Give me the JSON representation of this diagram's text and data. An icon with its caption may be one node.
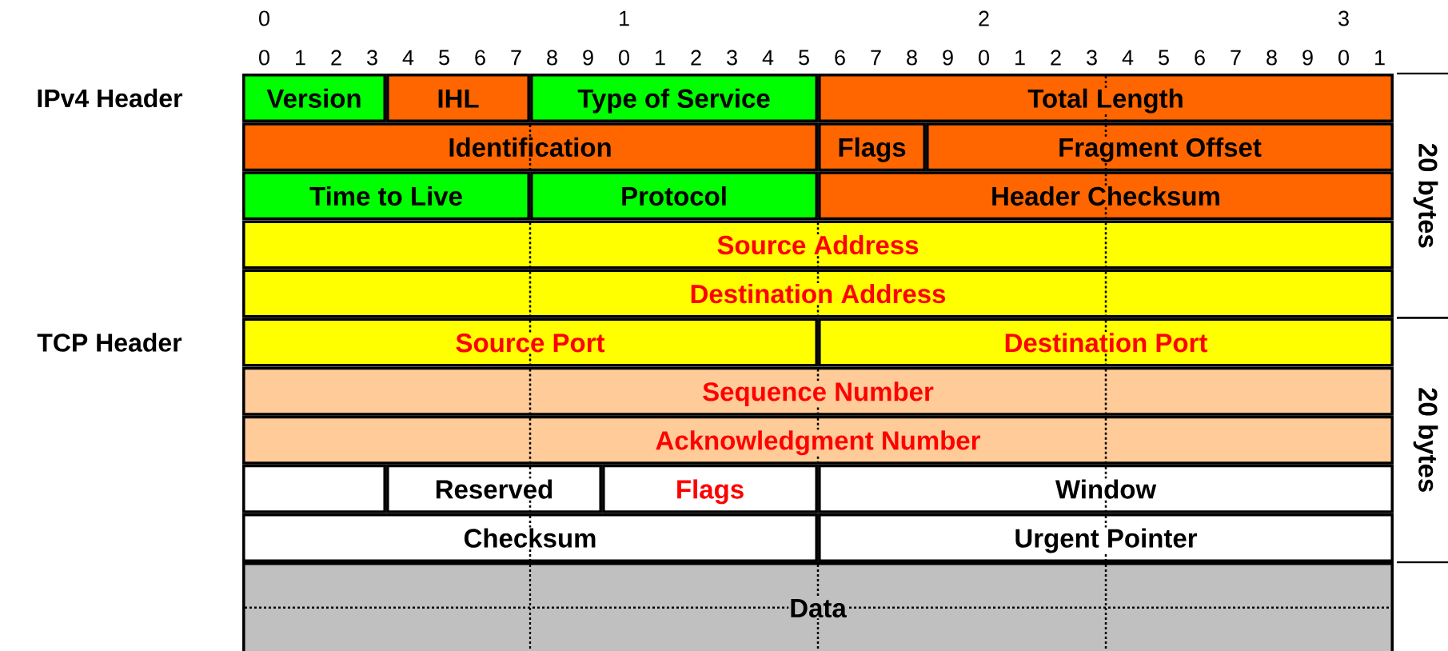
{
  "diagram": {
    "nodes": [
      {
        "text": [
          "Version"
        ]
      },
      {
        "text": [
          "IHL"
        ]
      },
      {
        "text": [
          "Type of Service"
        ]
      },
      {
        "text": [
          "Total Length"
        ]
      },
      {
        "text": [
          "Identification"
        ]
      },
      {
        "text": [
          "Flags"
        ]
      },
      {
        "text": [
          "Fragment Offset"
        ]
      },
      {
        "text": [
          "Time to Live"
        ]
      },
      {
        "text": [
          "Protocol"
        ]
      },
      {
        "text": [
          "Header Checksum"
        ]
      },
      {
        "text": [
          "Source Address"
        ]
      },
      {
        "text": [
          "Destination Address"
        ]
      },
      {
        "text": [
          "Source Port"
        ]
      },
      {
        "text": [
          "Destination Port"
        ]
      },
      {
        "text": [
          "Sequence Number"
        ]
      },
      {
        "text": [
          "Acknowledgment Number"
        ]
      },
      {
        "text": [],
        "shape": "box"
      },
      {
        "text": [
          "Reserved"
        ]
      },
      {
        "text": [
          "Flags"
        ]
      },
      {
        "text": [
          "Window"
        ]
      },
      {
        "text": [
          "Checksum"
        ]
      },
      {
        "text": [
          "Urgent Pointer"
        ]
      },
      {
        "text": [
          "Data"
        ]
      },
      {
        "text": [
          "20 bytes"
        ]
      },
      {
        "text": [
          "20 bytes"
        ]
      }
    ],
    "labels": [
      "0",
      "1",
      "2",
      "3",
      "0",
      "1",
      "2",
      "3",
      "4",
      "5",
      "6",
      "7",
      "8",
      "9",
      "0",
      "1",
      "2",
      "3",
      "4",
      "5",
      "6",
      "7",
      "8",
      "9",
      "0",
      "1",
      "2",
      "3",
      "4",
      "5",
      "6",
      "7",
      "8",
      "9",
      "0",
      "1",
      "IPv4 Header",
      "TCP Header"
    ]
  }
}
